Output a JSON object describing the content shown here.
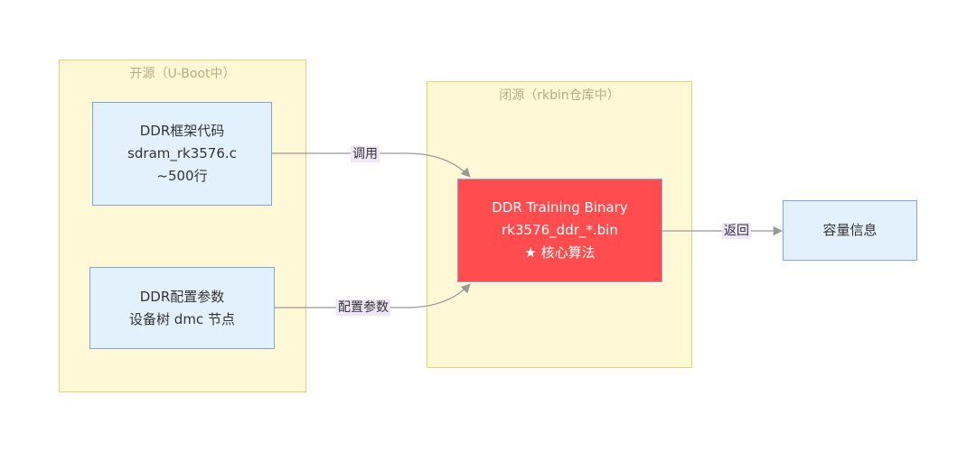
{
  "clusters": {
    "open_source": {
      "title": "开源（U-Boot中）"
    },
    "closed_source": {
      "title": "闭源（rkbin仓库中）"
    }
  },
  "nodes": {
    "ddr_framework": {
      "line1": "DDR框架代码",
      "line2": "sdram_rk3576.c",
      "line3": "~500行"
    },
    "ddr_config": {
      "line1": "DDR配置参数",
      "line2": "设备树 dmc 节点"
    },
    "training_binary": {
      "line1": "DDR Training Binary",
      "line2": "rk3576_ddr_*.bin",
      "line3": "★ 核心算法"
    },
    "capacity_info": {
      "line1": "容量信息"
    }
  },
  "edges": {
    "call": {
      "label": "调用"
    },
    "config_params": {
      "label": "配置参数"
    },
    "return": {
      "label": "返回"
    }
  },
  "colors": {
    "cluster_fill": "#fff8d6",
    "cluster_border": "#e8cf72",
    "node_fill": "#e3f1fc",
    "node_border": "#7fa6d6",
    "highlight_fill": "#ff4d4f",
    "edge": "#999999",
    "edge_label_bg": "#efe6f9"
  }
}
